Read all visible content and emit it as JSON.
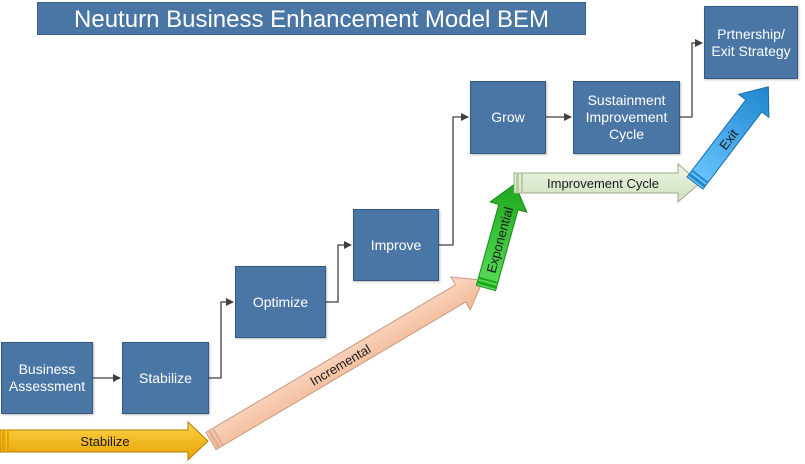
{
  "title": "Neuturn Business Enhancement Model BEM",
  "steps": [
    {
      "label": "Business\nAssessment"
    },
    {
      "label": "Stabilize"
    },
    {
      "label": "Optimize"
    },
    {
      "label": "Improve"
    },
    {
      "label": "Grow"
    },
    {
      "label": "Sustainment\nImprovement\nCycle"
    },
    {
      "label": "Prtnership/\nExit Strategy"
    }
  ],
  "phases": [
    {
      "label": "Stabilize",
      "color": "#f0b400"
    },
    {
      "label": "Incremental",
      "color": "#f8c9ad"
    },
    {
      "label": "Exponential",
      "color": "#2ec02e"
    },
    {
      "label": "Improvement Cycle",
      "color": "#dce9cf"
    },
    {
      "label": "Exit",
      "color": "#2e9ae0"
    }
  ],
  "colors": {
    "box": "#4a76a6",
    "connector": "#404040"
  }
}
